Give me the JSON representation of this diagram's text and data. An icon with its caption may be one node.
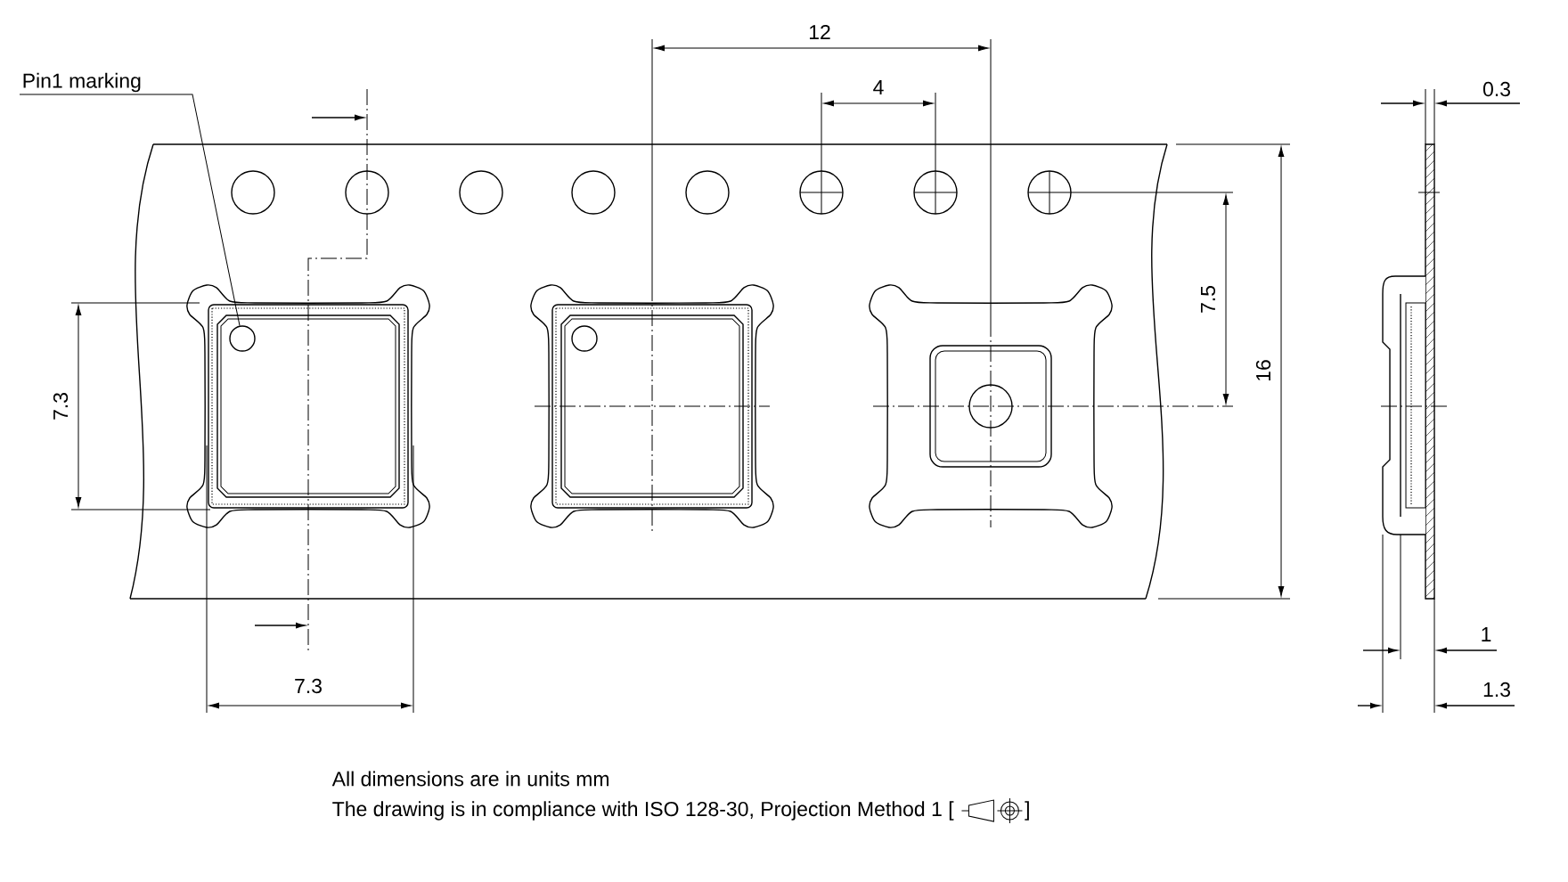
{
  "diagram": {
    "nodes": [
      {
        "text": [
          "Pin1 marking"
        ]
      },
      {
        "text": [],
        "shape": "circle"
      }
    ],
    "edges": [
      {
        "from": 0,
        "to": 1,
        "arrow": "none"
      }
    ],
    "labels": [
      "12",
      "4",
      "0.3",
      "7.5",
      "16",
      "7.3",
      "1",
      "7.3",
      "1.3",
      "All dimensions are in units mm",
      "The drawing is in compliance with ISO 128-30, Projection Method 1 [",
      "]"
    ]
  }
}
